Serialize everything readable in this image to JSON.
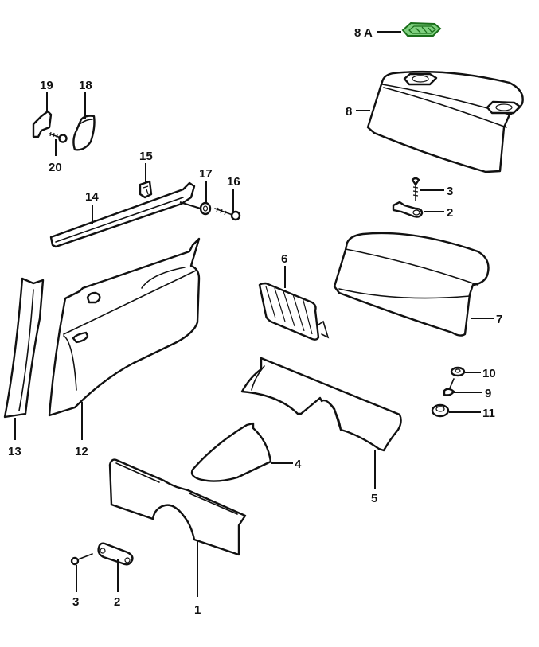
{
  "diagram": {
    "title": "Interior trim exploded parts diagram",
    "highlight_color": "#7fd07f",
    "line_color": "#111111",
    "background": "#ffffff",
    "highlighted_part": "8 A",
    "callouts": [
      {
        "id": "c8a",
        "label": "8 A",
        "part": "vent-grille-insert",
        "highlighted": true
      },
      {
        "id": "c8",
        "label": "8",
        "part": "rear-parcel-shelf-panel"
      },
      {
        "id": "c3a",
        "label": "3",
        "part": "screw"
      },
      {
        "id": "c2a",
        "label": "2",
        "part": "bracket"
      },
      {
        "id": "c7",
        "label": "7",
        "part": "rear-seat-back-trim"
      },
      {
        "id": "c6",
        "label": "6",
        "part": "speaker-grille-cover"
      },
      {
        "id": "c10",
        "label": "10",
        "part": "washer"
      },
      {
        "id": "c9",
        "label": "9",
        "part": "screw"
      },
      {
        "id": "c11",
        "label": "11",
        "part": "cap-nut"
      },
      {
        "id": "c5",
        "label": "5",
        "part": "wheel-arch-trim"
      },
      {
        "id": "c4",
        "label": "4",
        "part": "wheel-housing-cover"
      },
      {
        "id": "c1",
        "label": "1",
        "part": "rear-side-trim-panel"
      },
      {
        "id": "c2b",
        "label": "2",
        "part": "bracket"
      },
      {
        "id": "c3b",
        "label": "3",
        "part": "screw"
      },
      {
        "id": "c12",
        "label": "12",
        "part": "side-trim-panel"
      },
      {
        "id": "c13",
        "label": "13",
        "part": "pillar-trim"
      },
      {
        "id": "c14",
        "label": "14",
        "part": "trim-rail"
      },
      {
        "id": "c15",
        "label": "15",
        "part": "clip"
      },
      {
        "id": "c17",
        "label": "17",
        "part": "washer"
      },
      {
        "id": "c16",
        "label": "16",
        "part": "screw"
      },
      {
        "id": "c19",
        "label": "19",
        "part": "bracket"
      },
      {
        "id": "c18",
        "label": "18",
        "part": "cover-cap"
      },
      {
        "id": "c20",
        "label": "20",
        "part": "bolt"
      }
    ]
  }
}
